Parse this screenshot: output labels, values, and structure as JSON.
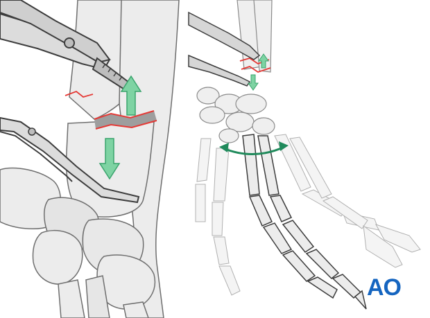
{
  "figure": {
    "left_panel": "reduction-forceps-fracture-detail",
    "right_panel": "forelimb-overview-with-rotation",
    "colors": {
      "bone_fill": "#ececec",
      "bone_stroke": "#6e6e6e",
      "fracture_line": "#e53935",
      "arrow_green": "#7ed3a3",
      "arrow_green_dark": "#3aa46d",
      "rotation_arrow": "#1f8a5b",
      "instrument_fill": "#dcdcdc",
      "instrument_stroke": "#3c3c3c",
      "logo_blue": "#1565c0"
    }
  },
  "logo": {
    "text": "AO"
  }
}
